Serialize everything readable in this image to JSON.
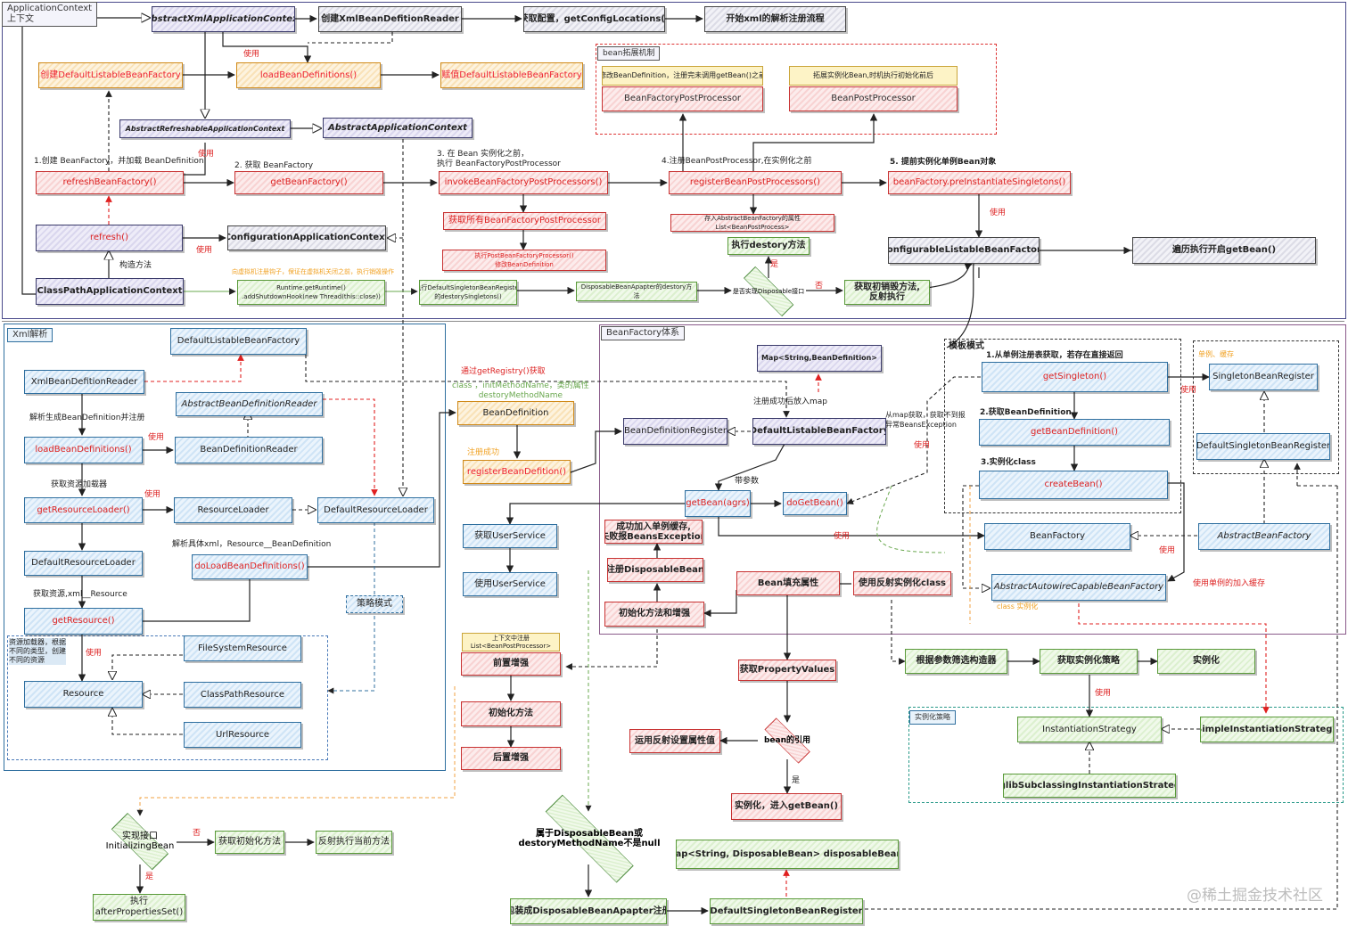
{
  "regions": {
    "app_context": "ApplicationContext\n上下文",
    "xml_parse": "Xml解析",
    "bean_factory_system": "BeanFactory体系",
    "bean_extension": "bean拓展机制",
    "instantiation_strategy": "实例化策略"
  },
  "nodes": {
    "abstract_xml_app_ctx": "AbstractXmlApplicationContext",
    "create_xml_reader": "创建XmlBeanDefitionReader",
    "get_config_locations": "获取配置，getConfigLocations()",
    "start_xml_parse": "开始xml的解析注册流程",
    "create_default_factory": "创建DefaultListableBeanFactory",
    "load_bean_definitions": "loadBeanDefinitions()",
    "assign_default_factory": "赋值DefaultListableBeanFactory",
    "abstract_refreshable": "AbstractRefreshableApplicationContext",
    "abstract_app_ctx": "AbstractApplicationContext",
    "refresh_bean_factory": "refreshBeanFactory()",
    "get_bean_factory": "getBeanFactory()",
    "invoke_bfpp": "invokeBeanFactoryPostProcessors()",
    "register_bpp": "registerBeanPostProcessors()",
    "preinstantiate": "beanFactory.preInstantiateSingletons()",
    "get_all_bfpp": "获取所有BeanFactoryPostProcessor",
    "exec_bfpp": "执行PostBeanFactoryProcessor()\n修改BeanDefinition",
    "put_bpp_list": "存入AbstractBeanFactory的属性List<BeanPostProcess>",
    "exec_destroy": "执行destory方法",
    "refresh": "refresh()",
    "configurable_app_ctx": "ConfigurationApplicationContext",
    "configurable_listable_factory": "ConfigurableListableBeanFactory",
    "traverse_get_bean": "遍历执行开启getBean()",
    "classpath_app_ctx": "ClassPathApplicationContext",
    "runtime_hook": "Runtime.getRuntime()\n.addShutdownHook(new Thread(this::close))",
    "exec_destroy_singletons": "执行DefaultSingletonBeanRegister\n的destorySingletons()",
    "disposable_adapter_destroy": "DisposableBeanApapter的destory方法",
    "is_disposable": "是否实现Disposable接口",
    "reflect_destroy": "获取初销毁方法,\n反射执行",
    "bfpp": "BeanFactoryPostProcessor",
    "bpp": "BeanPostProcessor",
    "bfpp_note": "修改BeanDefinition，注册完未调用getBean()之前",
    "bpp_note": "拓展实例化Bean,时机执行初始化前后",
    "default_listable_factory_xml": "DefaultListableBeanFactory",
    "xml_reader": "XmlBeanDefitionReader",
    "abstract_bd_reader": "AbstractBeanDefinitionReader",
    "load_bd_xml": "loadBeanDefinitions()",
    "bd_reader": "BeanDefinitionReader",
    "get_resource_loader": "getResourceLoader()",
    "resource_loader": "ResourceLoader",
    "default_resource_loader_right": "DefaultResourceLoader",
    "default_resource_loader": "DefaultResourceLoader",
    "do_load_bd": "doLoadBeanDefinitions()",
    "get_resource": "getResource()",
    "strategy_pattern": "策略模式",
    "resource": "Resource",
    "file_system_resource": "FileSystemResource",
    "classpath_resource": "ClassPathResource",
    "url_resource": "UrlResource",
    "resource_note": "资源加载器，根据\n不同的类型，创建\n不同的资源",
    "bean_definition": "BeanDefinition",
    "register_bd": "registerBeanDefition()",
    "get_user_service": "获取UserService",
    "use_user_service": "使用UserService",
    "map_bd": "Map<String,BeanDefinition>",
    "bd_register": "BeanDefinitionRegister",
    "default_listable_factory_bf": "DefaultListableBeanFactory",
    "get_bean_args": "getBean(agrs)",
    "do_get_bean": "doGetBean()",
    "get_singleton": "getSingleton()",
    "get_bd_factory": "getBeanDefinition()",
    "create_bean": "createBean()",
    "singleton_register": "SingletonBeanRegister",
    "default_singleton_register": "DefaultSingletonBeanRegister",
    "bean_factory": "BeanFactory",
    "abstract_bean_factory": "AbstractBeanFactory",
    "abstract_autowire": "AbstractAutowireCapableBeanFactory",
    "add_singleton_cache": "成功加入单例缓存,\n失败报BeansException",
    "register_disposable": "注册DisposableBean",
    "init_and_enhance": "初始化方法和增强",
    "fill_bean_props": "Bean填充属性",
    "reflect_instantiate": "使用反射实例化class",
    "get_property_values": "获取PropertyValues",
    "bean_ref_decision": "bean的引用",
    "reflect_set_props": "运用反射设置属性值",
    "instantiate_get_bean": "实例化，进入getBean()",
    "ctx_note": "上下文中注册\nList<BeanPostProcessor>",
    "pre_enhance": "前置增强",
    "init_method": "初始化方法",
    "post_enhance": "后置增强",
    "select_ctor": "根据参数筛选构造器",
    "get_strategy": "获取实例化策略",
    "instantiate": "实例化",
    "instantiation_strategy_node": "InstantiationStrategy",
    "simple_strategy": "SimpleInstantiationStrategy",
    "cglib_strategy": "CglibSubclassingInstantiationStrategy",
    "impl_initializing_bean": "实现接口\nInitializingBean",
    "get_init_method": "获取初始化方法",
    "reflect_exec_current": "反射执行当前方法",
    "after_properties_set": "执行\nafterPropertiesSet()",
    "disposable_decision": "属于DisposableBean或\ndestoryMethodName不是null",
    "map_disposable": "Map<String, DisposableBean> disposableBeans",
    "wrap_disposable_adapter": "包装成DisposableBeanApapter注册",
    "default_singleton_register_bottom": "DefaultSingletonBeanRegister"
  },
  "labels": {
    "use": "使用",
    "step1": "1.创建 BeanFactory，并加载 BeanDefinition",
    "step2": "2. 获取 BeanFactory",
    "step3": "3. 在 Bean 实例化之前，\n执行 BeanFactoryPostProcessor",
    "step4": "4.注册BeanPostProcessor,在实例化之前",
    "step5": "5. 提前实例化单例Bean对象",
    "construct_method": "构造方法",
    "shutdown_hook_note": "向虚拟机注册钩子，保证在虚拟机关闭之前，执行销毁操作",
    "no": "否",
    "yes": "是",
    "parse_register": "解析生成BeanDefinition并注册",
    "get_resource_loader_lbl": "获取资源加载器",
    "parse_xml_lbl": "解析具体xml，Resource__BeanDefinition",
    "get_resource_xml_lbl": "获取资源,xml__Resource",
    "via_get_registry": "通过getRegistry()获取",
    "bd_attrs": "class ，initMethodName，类的属性\ndestoryMethodName",
    "register_success": "注册成功",
    "register_into_map": "注册成功后放入map",
    "template_pattern": "模板模式",
    "tp_step1": "1.从单例注册表获取，若存在直接返回",
    "tp_step2": "2.获取BeanDefinition",
    "tp_step3": "3.实例化class",
    "map_get_note": "从map获取，获取不到报\n异常BeansException",
    "with_args": "带参数",
    "singleton_cache": "单例、缓存",
    "use_singleton_cache": "使用单例的加入缓存",
    "class_instance": "class 实例化"
  },
  "watermark": "@稀土掘金技术社区"
}
